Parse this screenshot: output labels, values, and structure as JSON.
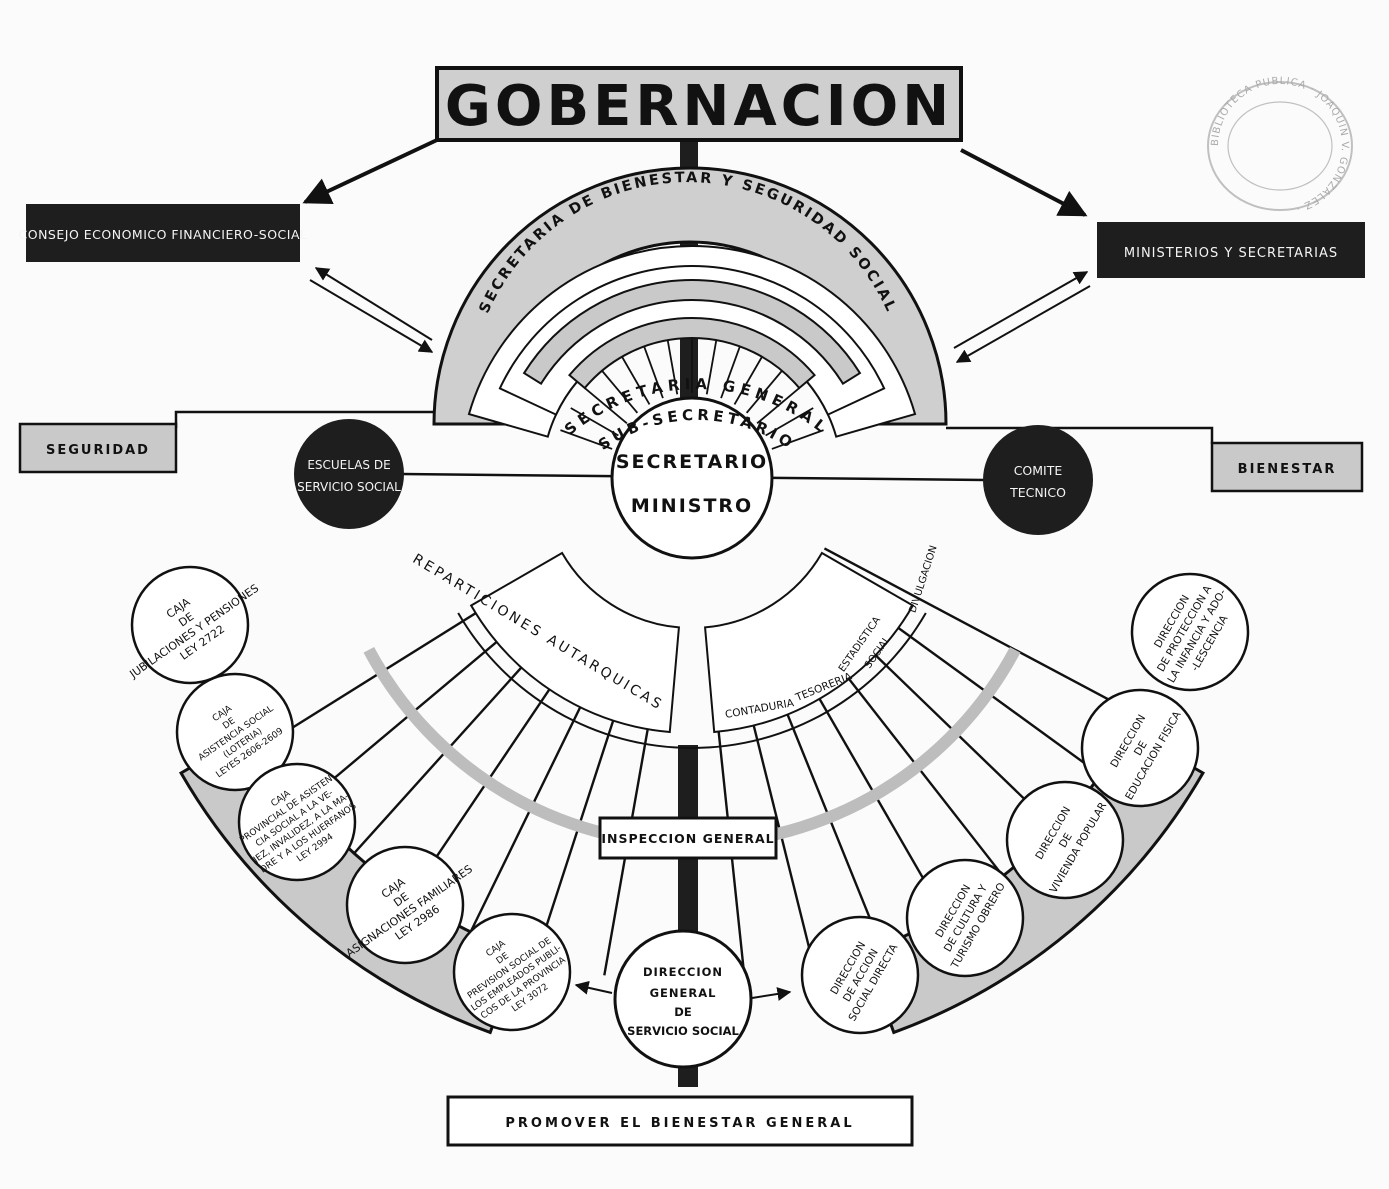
{
  "top": {
    "title": "GOBERNACION"
  },
  "side_boxes": {
    "consejo": "CONSEJO ECONOMICO FINANCIERO-SOCIAL",
    "ministerios": "MINISTERIOS Y SECRETARIAS",
    "seguridad": "SEGURIDAD",
    "bienestar": "BIENESTAR"
  },
  "arch": {
    "secretaria": "SECRETARIA DE BIENESTAR Y SEGURIDAD SOCIAL"
  },
  "circles": {
    "escuelas": [
      "ESCUELAS DE",
      "SERVICIO SOCIAL"
    ],
    "comite": [
      "COMITE",
      "TECNICO"
    ],
    "ministro": [
      "SECRETARIO",
      "MINISTRO"
    ],
    "direccion_general": [
      "DIRECCION",
      "GENERAL",
      "DE",
      "SERVICIO SOCIAL"
    ]
  },
  "fan": {
    "sub_secretario": "SUB-SECRETARIO",
    "secretaria_general": "SECRETARIA GENERAL",
    "reparticiones": "REPARTICIONES AUTARQUICAS",
    "contaduria": "CONTADURIA",
    "tesoreria": "TESORERIA",
    "estadistica": [
      "ESTADISTICA",
      "SOCIAL"
    ],
    "divulgacion": "DIVULGACION",
    "inspeccion": "INSPECCION GENERAL"
  },
  "left_cajas": [
    [
      "CAJA",
      "DE",
      "JUBILACIONES Y PENSIONES",
      "LEY 2722"
    ],
    [
      "CAJA",
      "DE",
      "ASISTENCIA SOCIAL",
      "(LOTERIA)",
      "LEYES 2606-2609"
    ],
    [
      "CAJA",
      "PROVINCIAL DE ASISTEN-",
      "CIA SOCIAL A LA VE-",
      "JEZ, INVALIDEZ, A LA MA-",
      "DRE Y A LOS HUERFANOS",
      "LEY 2994"
    ],
    [
      "CAJA",
      "DE",
      "ASIGNACIONES FAMILIARES",
      "LEY 2986"
    ],
    [
      "CAJA",
      "DE",
      "PREVISION SOCIAL DE",
      "LOS EMPLEADOS PUBLI-",
      "COS DE LA PROVINCIA",
      "LEY 3072"
    ]
  ],
  "right_direcciones": [
    [
      "DIRECCION",
      "DE PROTECCION A",
      "LA INFANCIA Y ADO-",
      "-LESCENCIA"
    ],
    [
      "DIRECCION",
      "DE",
      "EDUCACION FISICA"
    ],
    [
      "DIRECCION",
      "DE",
      "VIVIENDA POPULAR"
    ],
    [
      "DIRECCION",
      "DE CULTURA Y",
      "TURISMO OBRERO"
    ],
    [
      "DIRECCION",
      "DE ACCION",
      "SOCIAL DIRECTA"
    ]
  ],
  "bottom": {
    "banner": "PROMOVER EL BIENESTAR GENERAL"
  },
  "stamp": {
    "text": "BIBLIOTECA PUBLICA · JOAQUIN V. GONZALEZ ·"
  },
  "colors": {
    "ink": "#111111",
    "gray": "#c9c9c9",
    "paper": "#fbfbfb",
    "dark": "#1e1e1e"
  }
}
